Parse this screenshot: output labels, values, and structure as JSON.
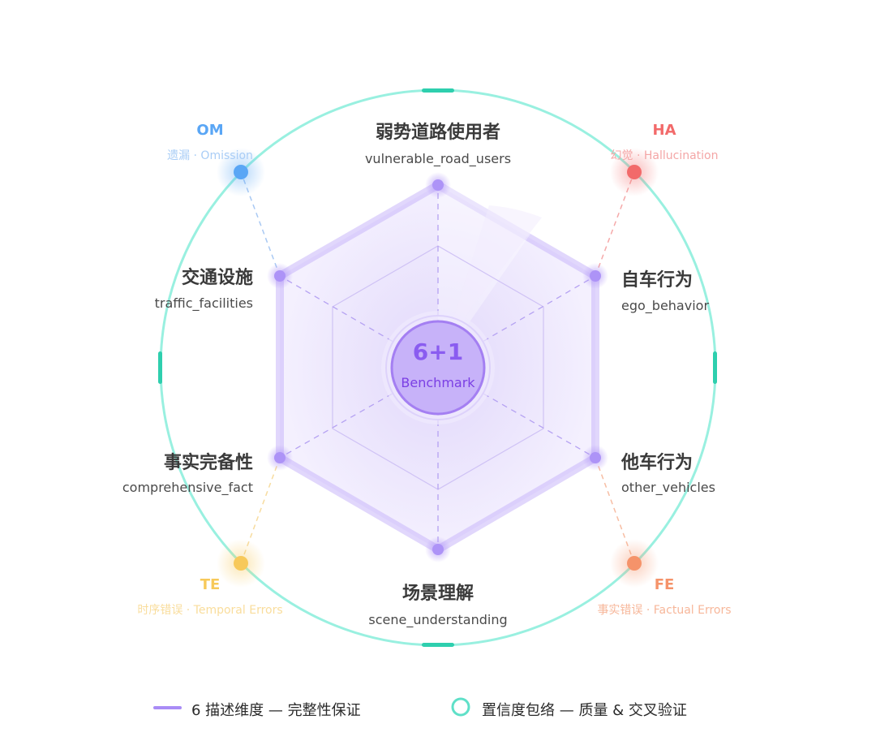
{
  "center": {
    "title": "6+1",
    "subtitle": "Benchmark"
  },
  "dimensions": [
    {
      "cn": "弱势道路使用者",
      "en": "vulnerable_road_users"
    },
    {
      "cn": "自车行为",
      "en": "ego_behavior"
    },
    {
      "cn": "他车行为",
      "en": "other_vehicles"
    },
    {
      "cn": "场景理解",
      "en": "scene_understanding"
    },
    {
      "cn": "事实完备性",
      "en": "comprehensive_fact"
    },
    {
      "cn": "交通设施",
      "en": "traffic_facilities"
    }
  ],
  "errors": [
    {
      "code": "OM",
      "sub": "遗漏 · Omission",
      "color": "#5aa6f5"
    },
    {
      "code": "HA",
      "sub": "幻觉 · Hallucination",
      "color": "#f26a6a"
    },
    {
      "code": "FE",
      "sub": "事实错误 · Factual Errors",
      "color": "#f5936a"
    },
    {
      "code": "TE",
      "sub": "时序错误 · Temporal Errors",
      "color": "#f7c95a"
    }
  ],
  "legend": {
    "dimensions": "6 描述维度 — 完整性保证",
    "envelope": "置信度包络 — 质量 & 交叉验证"
  },
  "colors": {
    "purple": "#a98cf6",
    "teal": "#5fe0c8",
    "accent_teal": "#2ecfae",
    "center_purple": "#8a5cf0"
  }
}
